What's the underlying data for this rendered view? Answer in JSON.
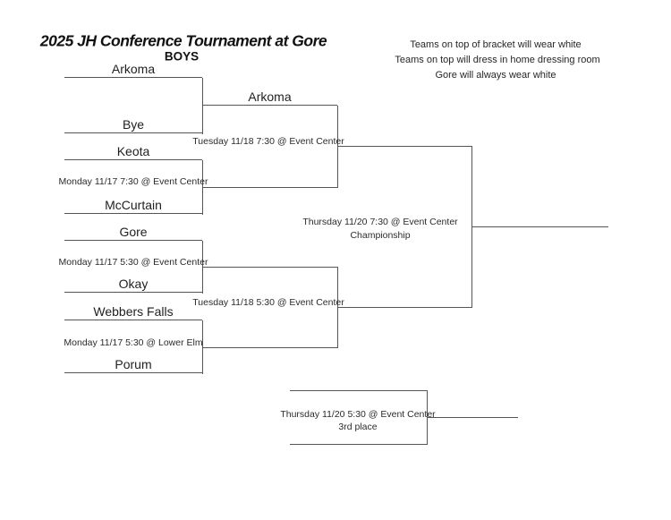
{
  "header": {
    "title": "2025 JH Conference Tournament at Gore",
    "subtitle": "BOYS"
  },
  "notes": {
    "line1": "Teams on top of bracket will wear white",
    "line2": "Teams on top will dress in home dressing room",
    "line3": "Gore will always wear white"
  },
  "round1": {
    "slots": [
      "Arkoma",
      "Bye",
      "Keota",
      "McCurtain",
      "Gore",
      "Okay",
      "Webbers Falls",
      "Porum"
    ],
    "games": [
      {
        "info": "Monday 11/17 7:30 @ Event Center"
      },
      {
        "info": "Monday 11/17 5:30 @ Event Center"
      },
      {
        "info": "Monday 11/17 5:30 @ Lower Elm"
      }
    ]
  },
  "round2": {
    "slots": [
      "Arkoma"
    ],
    "games": [
      {
        "info": "Tuesday 11/18 7:30 @ Event Center"
      },
      {
        "info": "Tuesday 11/18 5:30 @ Event Center"
      }
    ]
  },
  "finals": {
    "championship": {
      "info": "Thursday 11/20 7:30 @ Event Center",
      "label": "Championship"
    },
    "third_place": {
      "info": "Thursday 11/20 5:30 @ Event Center",
      "label": "3rd place"
    }
  }
}
